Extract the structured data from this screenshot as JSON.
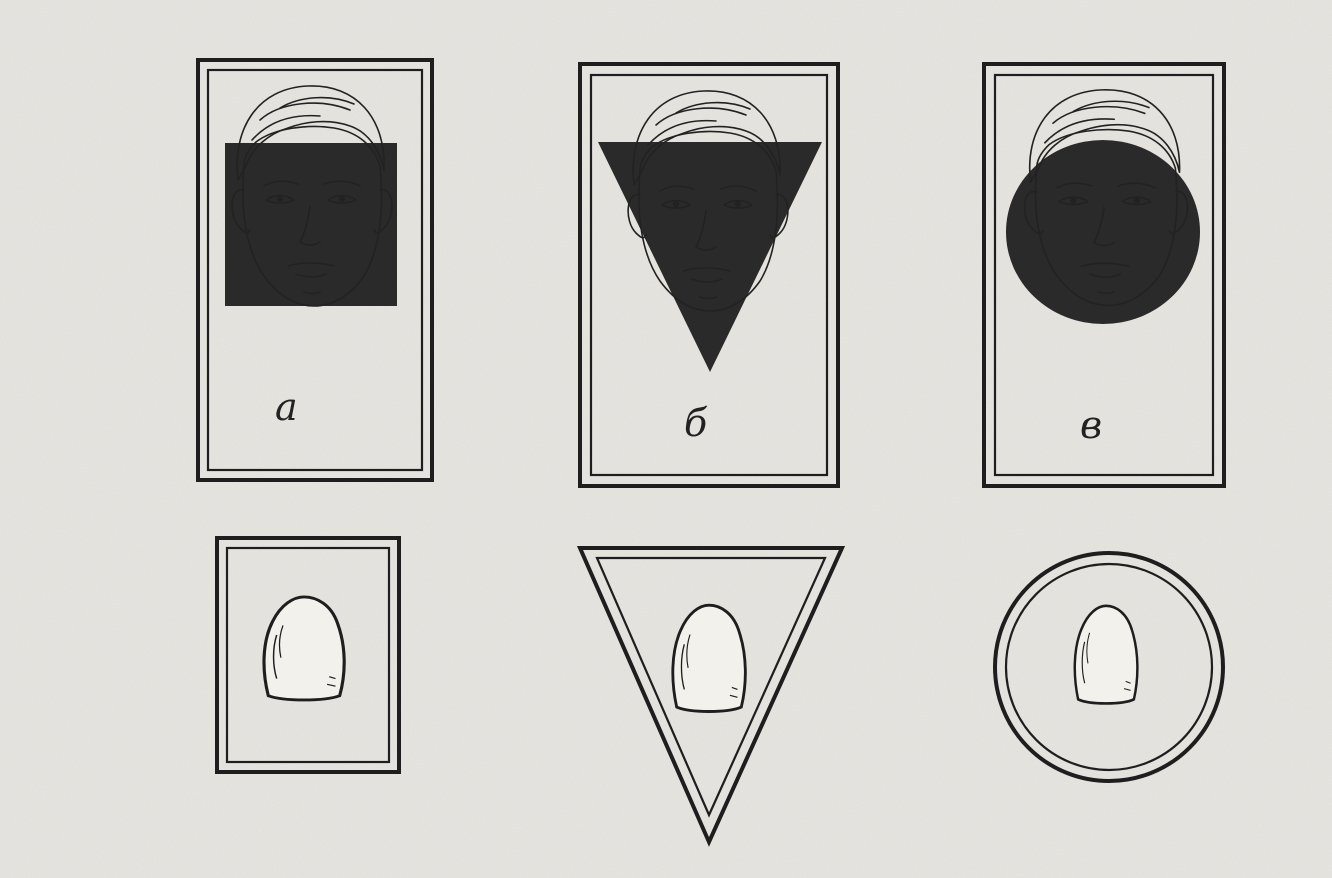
{
  "panels": [
    {
      "label": "а",
      "face_shape": "square",
      "background_fill": "#2a2a2a"
    },
    {
      "label": "б",
      "face_shape": "triangle",
      "background_fill": "#2a2a2a"
    },
    {
      "label": "в",
      "face_shape": "round",
      "background_fill": "#2a2a2a"
    }
  ],
  "tooth_shapes": [
    {
      "outline": "rectangle",
      "tooth": "square-tooth-icon"
    },
    {
      "outline": "triangle",
      "tooth": "triangular-tooth-icon"
    },
    {
      "outline": "circle",
      "tooth": "oval-tooth-icon"
    }
  ],
  "colors": {
    "paper": "#e9e7e2",
    "ink": "#1e1e1e",
    "silhouette": "#2a2a2a",
    "face": "#f3f1ec"
  }
}
